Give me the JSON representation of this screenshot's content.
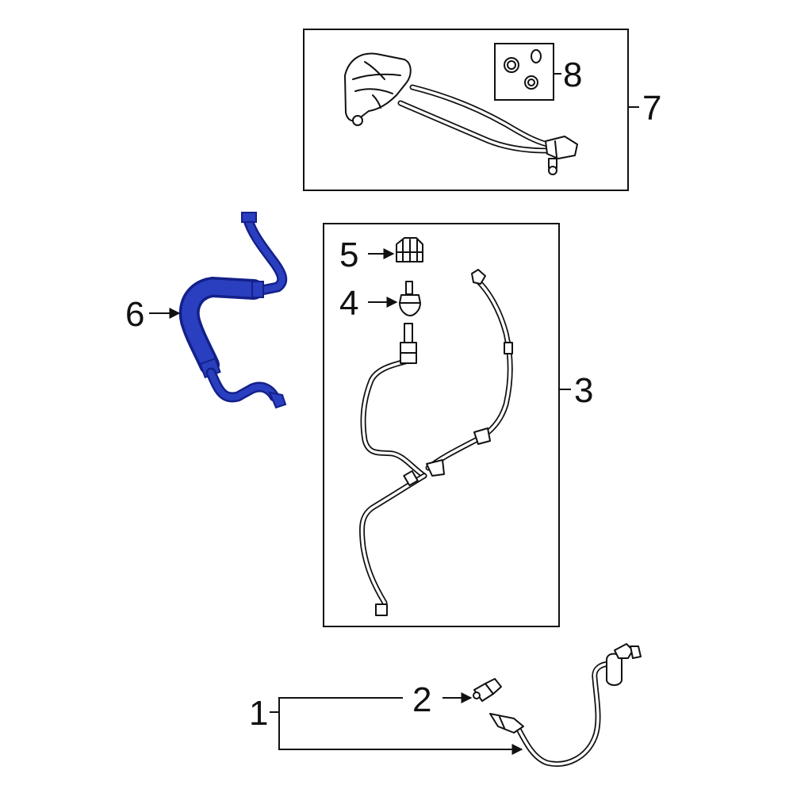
{
  "colors": {
    "highlight_fill": "#2a3fbf",
    "highlight_dark": "#13208a",
    "line": "#111111",
    "background": "#ffffff"
  },
  "callouts": {
    "c1": "1",
    "c2": "2",
    "c3": "3",
    "c4": "4",
    "c5": "5",
    "c6": "6",
    "c7": "7",
    "c8": "8"
  },
  "highlighted_part": "6"
}
